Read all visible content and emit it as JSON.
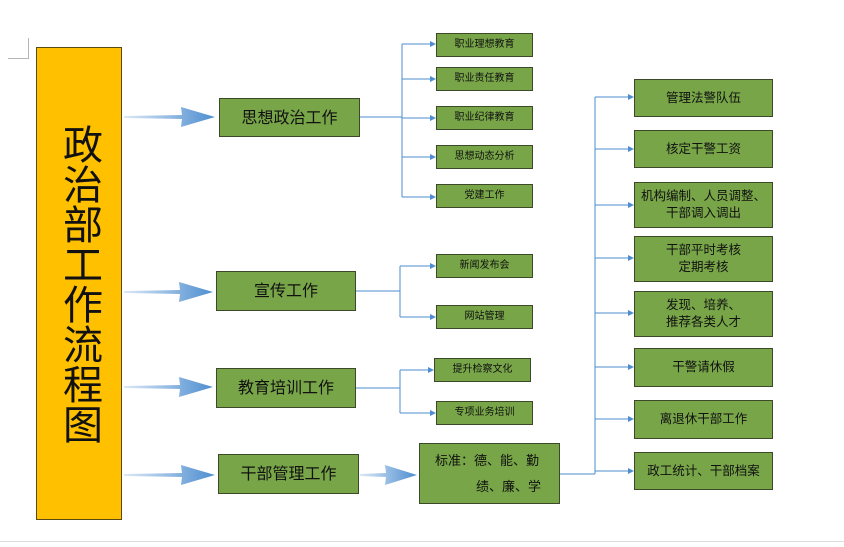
{
  "title": "政治部工作流程图",
  "colors": {
    "title_box": "#ffc000",
    "box_fill": "#77a548",
    "box_border": "#3d4a2a",
    "connector": "#4e8ed0"
  },
  "categories": [
    {
      "label": "思想政治工作",
      "items": [
        "职业理想教育",
        "职业责任教育",
        "职业纪律教育",
        "思想动态分析",
        "党建工作"
      ]
    },
    {
      "label": "宣传工作",
      "items": [
        "新闻发布会",
        "网站管理"
      ]
    },
    {
      "label": "教育培训工作",
      "items": [
        "提升检察文化",
        "专项业务培训"
      ]
    },
    {
      "label": "干部管理工作",
      "standard": {
        "line1": "标准：德、能、勤",
        "line2": "绩、廉、学"
      },
      "items": [
        {
          "line1": "管理法警队伍",
          "line2": ""
        },
        {
          "line1": "核定干警工资",
          "line2": ""
        },
        {
          "line1": "机构编制、人员调整、",
          "line2": "干部调入调出"
        },
        {
          "line1": "干部平时考核",
          "line2": "定期考核"
        },
        {
          "line1": "发现、培养、",
          "line2": "推荐各类人才"
        },
        {
          "line1": "干警请休假",
          "line2": ""
        },
        {
          "line1": "离退休干部工作",
          "line2": ""
        },
        {
          "line1": "政工统计、干部档案",
          "line2": ""
        }
      ]
    }
  ]
}
